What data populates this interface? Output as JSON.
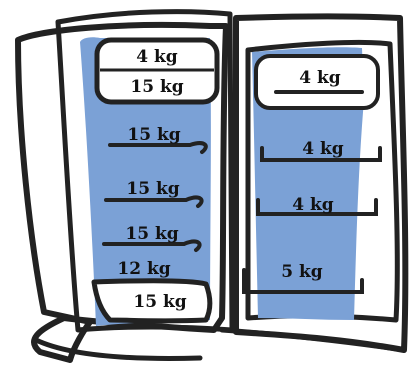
{
  "colors": {
    "interior": "#7ba1d6",
    "outline": "#222222",
    "background": "#ffffff"
  },
  "freezer": {
    "door_top_label": "4 kg",
    "door_bottom_label": "15 kg"
  },
  "left_door": {
    "shelves": [
      {
        "label": "15 kg"
      },
      {
        "label": "15 kg"
      },
      {
        "label": "15 kg"
      },
      {
        "label": "12 kg"
      }
    ],
    "bottom_bin_label": "15 kg"
  },
  "right_door": {
    "shelves": [
      {
        "label": "4 kg"
      },
      {
        "label": "4 kg"
      },
      {
        "label": "4 kg"
      },
      {
        "label": "5 kg"
      }
    ]
  }
}
